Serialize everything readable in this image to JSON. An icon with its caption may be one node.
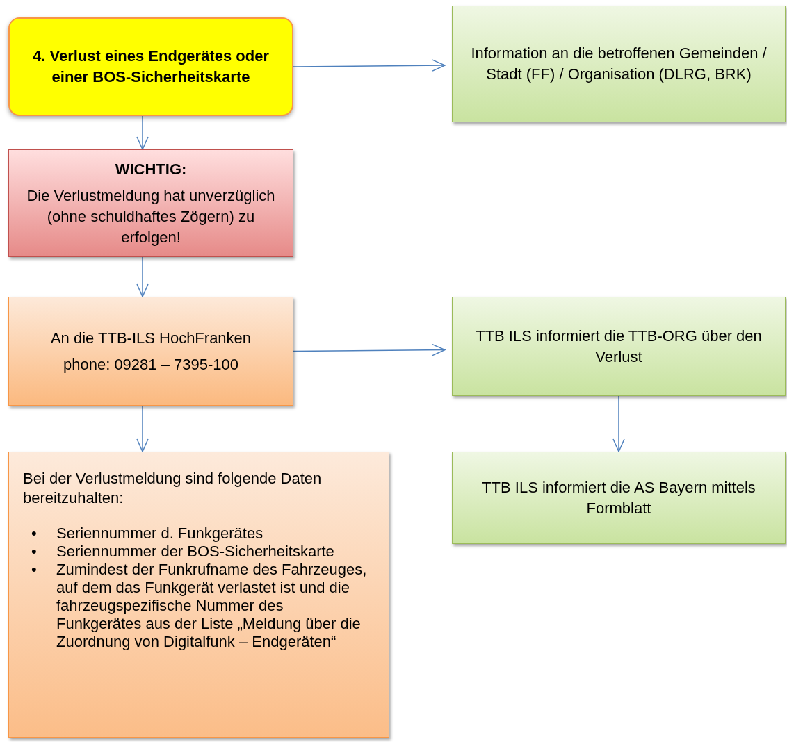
{
  "diagram": {
    "nodes": [
      {
        "text": [
          "4. Verlust eines Endgerätes oder einer BOS-Sicherheitskarte"
        ]
      },
      {
        "text": [
          "Information an die betroffenen Gemeinden / Stadt (FF) / Organisation (DLRG, BRK)"
        ]
      },
      {
        "text": [
          "WICHTIG:",
          "Die Verlustmeldung hat unverzüglich (ohne schuldhaftes Zögern) zu erfolgen!"
        ]
      },
      {
        "text": [
          "An die TTB-ILS HochFranken",
          "phone: 09281 – 7395-100"
        ]
      },
      {
        "text": [
          "TTB ILS informiert die TTB-ORG über den Verlust"
        ]
      },
      {
        "text": [
          "TTB ILS informiert die AS Bayern mittels Formblatt"
        ]
      },
      {
        "text": [
          "Bei der Verlustmeldung sind folgende Daten bereitzuhalten:",
          "Seriennummer d. Funkgerätes",
          "Seriennummer der BOS-Sicherheitskarte",
          "Zumindest der Funkrufname des Fahrzeuges, auf dem das Funkgerät verlastet ist und die fahrzeugspezifische Nummer des Funkgerätes aus der Liste „Meldung über die Zuordnung von Digitalfunk – Endgeräten“"
        ]
      }
    ],
    "edges": [
      {
        "from": 0,
        "to": 1,
        "arrow": "to"
      },
      {
        "from": 0,
        "to": 2,
        "arrow": "to"
      },
      {
        "from": 2,
        "to": 3,
        "arrow": "to"
      },
      {
        "from": 3,
        "to": 4,
        "arrow": "to"
      },
      {
        "from": 3,
        "to": 6,
        "arrow": "to"
      },
      {
        "from": 4,
        "to": 5,
        "arrow": "to"
      }
    ],
    "labels": [
      "•",
      "•",
      "•"
    ]
  }
}
